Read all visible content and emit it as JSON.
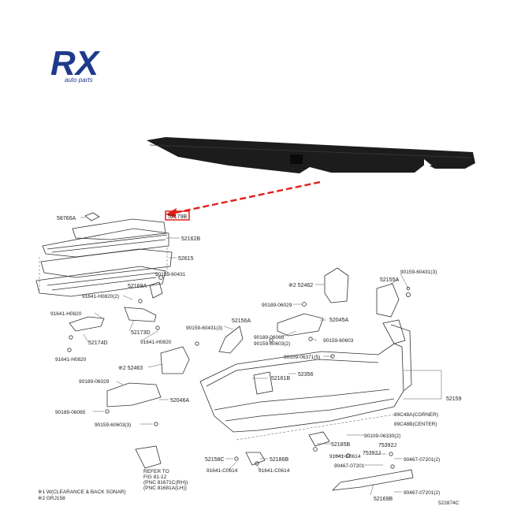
{
  "logo": {
    "brand": "RX",
    "tagline": "auto parts"
  },
  "highlight_color": "#e0201b",
  "labels": {
    "p58766A": "58766A",
    "p52179B": "52179B",
    "p52162B": "52162B",
    "p52615": "52615",
    "p90159_60431_a": "90159-60431",
    "p52169A": "52169A",
    "p91641_H0820_2": "91641-H0820(2)",
    "p91641_H0820_a": "91641-H0820",
    "p52173D": "52173D",
    "p52174D": "52174D",
    "p91641_H0820_b": "91641-H0820",
    "p91641_H0820_c": "91641-H0820",
    "p52462": "※2 52462",
    "p52155A": "52155A",
    "p90159_60431_3a": "90159-60431(3)",
    "p90189_06029_a": "90189-06029",
    "p90159_60431_3b": "90159-60431(3)",
    "p52156A": "52156A",
    "p52045A": "52045A",
    "p90189_06065_a": "90189-06065",
    "p90159_60603_2": "90159-60603(2)",
    "p90159_60603": "90159-60603",
    "p90109_06371_5": "90109-06371(5)",
    "p52463": "※2 52463",
    "p52356": "52356",
    "p52161B": "52161B",
    "p90189_06029_b": "90189-06029",
    "p52046A": "52046A",
    "p90189_06065_b": "90189-06065",
    "p90159_60603_3": "90159-60603(3)",
    "p52159": "52159",
    "p89C48A": "89C48A(CORNER)",
    "p89C48B": "89C48B(CENTER)",
    "p90109_06330_2": "90109-06330(2)",
    "p52185B": "52185B",
    "p91641_C0614_a": "91641-C0614",
    "p75392J": "75392J",
    "p75392J_b": "75392J",
    "p90467_07201": "90467-07201",
    "p90467_07201_2a": "90467-07201(2)",
    "p90467_07201_2b": "90467-07201(2)",
    "p52158C": "52158C",
    "p91641_C0614_b": "91641-C0614",
    "p52186B": "52186B",
    "p91641_C0614_c": "91641-C0614",
    "p52169B": "52169B",
    "refer_1": "REFER TO",
    "refer_2": "FIG 81-12",
    "refer_3": "(PNC 81671C(RH))",
    "refer_4": "(PNC 81681A(LH))",
    "note_1": "※1 W(CLEARANCE & BACK SONAR)",
    "note_2": "※2 GRJ158",
    "diagram_code": "522874C"
  }
}
